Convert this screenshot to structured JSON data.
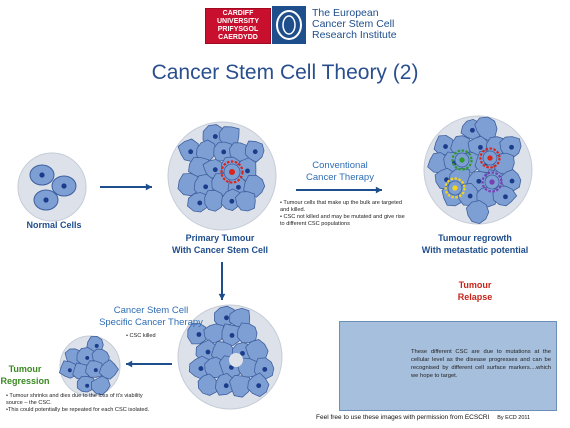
{
  "header": {
    "logo_lines": [
      "CARDIFF",
      "UNIVERSITY",
      "PRIFYSGOL",
      "CAERDYDD"
    ],
    "institute_lines": [
      "The European",
      "Cancer Stem Cell",
      "Research Institute"
    ]
  },
  "title": "Cancer Stem Cell Theory (2)",
  "nodes": {
    "normal": "Normal Cells",
    "primary": [
      "Primary Tumour",
      "With Cancer Stem Cell"
    ],
    "regrowth": [
      "Tumour regrowth",
      "With metastatic potential"
    ],
    "relapse": [
      "Tumour",
      "Relapse"
    ],
    "regression": [
      "Tumour",
      "Regression"
    ]
  },
  "conventional": {
    "label": [
      "Conventional",
      "Cancer Therapy"
    ],
    "bullets": [
      "• Tumour cells that make up the bulk are targeted",
      "  and killed.",
      "• CSC not killed and may be mutated and give rise",
      "  to different CSC populations"
    ]
  },
  "specific": {
    "label": [
      "Cancer Stem Cell",
      "Specific Cancer Therapy"
    ],
    "bullet": "• CSC killed"
  },
  "regression_bullets": [
    "• Tumour shrinks and dies due to the loss of it's viability",
    "  source – the CSC.",
    "•This could potentially be repeated for each CSC isolated."
  ],
  "csc_box_text": "These different CSC are due to mutations at the cellular level as the disease progresses and can be recognised by different cell surface markers....which we hope to target.",
  "footer": {
    "permission": "Feel free to use these images with permission from ECSCRI",
    "credit": "By ECD 2011"
  },
  "colors": {
    "cell_fill": "#7e9fd4",
    "cell_stroke": "#3e5f9d",
    "nucleus": "#1b3c8a",
    "csc_red": "#d8261c",
    "csc_green": "#2f9b2a",
    "csc_purple": "#7a3fb3",
    "csc_yellow": "#f2d51b",
    "arrow": "#1f4e8c",
    "circle_bg": "#dde2ea"
  }
}
